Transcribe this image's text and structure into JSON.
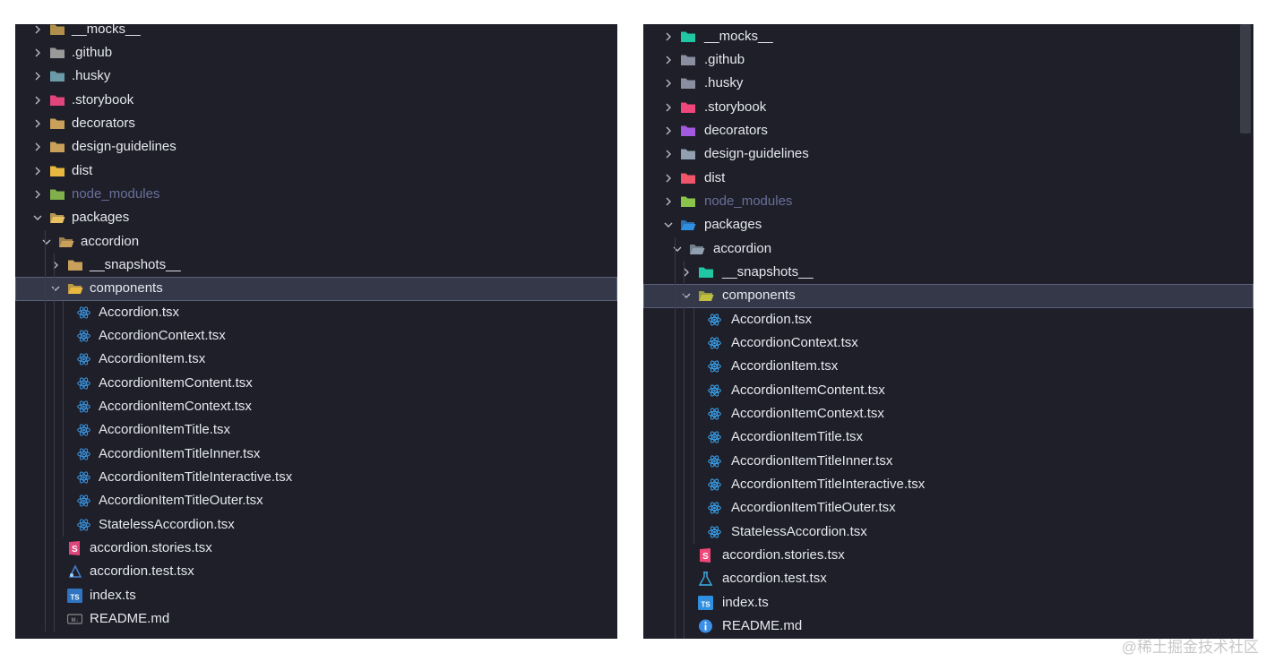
{
  "left_panel": {
    "rows": [
      {
        "label": "__mocks__",
        "icon": "mocks-folder-icon",
        "kind": "folder",
        "open": false,
        "depth": 0,
        "color": "#b08f4a"
      },
      {
        "label": ".github",
        "icon": "github-folder-icon",
        "kind": "folder",
        "open": false,
        "depth": 0,
        "color": "#9a9a9a"
      },
      {
        "label": ".husky",
        "icon": "husky-folder-icon",
        "kind": "folder",
        "open": false,
        "depth": 0,
        "color": "#6b9aa8"
      },
      {
        "label": ".storybook",
        "icon": "storybook-folder-icon",
        "kind": "folder",
        "open": false,
        "depth": 0,
        "color": "#e0467c"
      },
      {
        "label": "decorators",
        "icon": "folder-icon",
        "kind": "folder",
        "open": false,
        "depth": 0,
        "color": "#c9a05a"
      },
      {
        "label": "design-guidelines",
        "icon": "folder-icon",
        "kind": "folder",
        "open": false,
        "depth": 0,
        "color": "#c9a05a"
      },
      {
        "label": "dist",
        "icon": "dist-folder-icon",
        "kind": "folder",
        "open": false,
        "depth": 0,
        "color": "#e8b840"
      },
      {
        "label": "node_modules",
        "icon": "node-modules-folder-icon",
        "kind": "folder",
        "open": false,
        "depth": 0,
        "color": "#7fb04a",
        "dim": true
      },
      {
        "label": "packages",
        "icon": "folder-open-icon",
        "kind": "folder",
        "open": true,
        "depth": 0,
        "color": "#e8c060"
      },
      {
        "label": "accordion",
        "icon": "folder-open-icon",
        "kind": "folder",
        "open": true,
        "depth": 1,
        "color": "#c9a05a"
      },
      {
        "label": "__snapshots__",
        "icon": "folder-icon",
        "kind": "folder",
        "open": false,
        "depth": 2,
        "color": "#c9a05a"
      },
      {
        "label": "components",
        "icon": "components-folder-open-icon",
        "kind": "folder",
        "open": true,
        "depth": 2,
        "color": "#e8b840",
        "selected": true
      },
      {
        "label": "Accordion.tsx",
        "icon": "react-icon",
        "kind": "file",
        "depth": 3,
        "color": "#3a8fd8"
      },
      {
        "label": "AccordionContext.tsx",
        "icon": "react-icon",
        "kind": "file",
        "depth": 3,
        "color": "#3a8fd8"
      },
      {
        "label": "AccordionItem.tsx",
        "icon": "react-icon",
        "kind": "file",
        "depth": 3,
        "color": "#3a8fd8"
      },
      {
        "label": "AccordionItemContent.tsx",
        "icon": "react-icon",
        "kind": "file",
        "depth": 3,
        "color": "#3a8fd8"
      },
      {
        "label": "AccordionItemContext.tsx",
        "icon": "react-icon",
        "kind": "file",
        "depth": 3,
        "color": "#3a8fd8"
      },
      {
        "label": "AccordionItemTitle.tsx",
        "icon": "react-icon",
        "kind": "file",
        "depth": 3,
        "color": "#3a8fd8"
      },
      {
        "label": "AccordionItemTitleInner.tsx",
        "icon": "react-icon",
        "kind": "file",
        "depth": 3,
        "color": "#3a8fd8"
      },
      {
        "label": "AccordionItemTitleInteractive.tsx",
        "icon": "react-icon",
        "kind": "file",
        "depth": 3,
        "color": "#3a8fd8"
      },
      {
        "label": "AccordionItemTitleOuter.tsx",
        "icon": "react-icon",
        "kind": "file",
        "depth": 3,
        "color": "#3a8fd8"
      },
      {
        "label": "StatelessAccordion.tsx",
        "icon": "react-icon",
        "kind": "file",
        "depth": 3,
        "color": "#3a8fd8"
      },
      {
        "label": "accordion.stories.tsx",
        "icon": "storybook-icon",
        "kind": "file",
        "depth": 2,
        "color": "#e0467c"
      },
      {
        "label": "accordion.test.tsx",
        "icon": "test-icon",
        "kind": "file",
        "depth": 2,
        "color": "#4a7fd0"
      },
      {
        "label": "index.ts",
        "icon": "typescript-icon",
        "kind": "file",
        "depth": 2,
        "color": "#2f74c0"
      },
      {
        "label": "README.md",
        "icon": "markdown-icon",
        "kind": "file",
        "depth": 2,
        "color": "#8a8a8a"
      }
    ]
  },
  "right_panel": {
    "rows": [
      {
        "label": "__mocks__",
        "icon": "mocks-folder-icon",
        "kind": "folder",
        "open": false,
        "depth": 0,
        "color": "#1fc7a3"
      },
      {
        "label": ".github",
        "icon": "github-folder-icon",
        "kind": "folder",
        "open": false,
        "depth": 0,
        "color": "#8a8fa0"
      },
      {
        "label": ".husky",
        "icon": "husky-folder-icon",
        "kind": "folder",
        "open": false,
        "depth": 0,
        "color": "#8a8fa0"
      },
      {
        "label": ".storybook",
        "icon": "storybook-folder-icon",
        "kind": "folder",
        "open": false,
        "depth": 0,
        "color": "#f0477a"
      },
      {
        "label": "decorators",
        "icon": "decorators-folder-icon",
        "kind": "folder",
        "open": false,
        "depth": 0,
        "color": "#a45ae0"
      },
      {
        "label": "design-guidelines",
        "icon": "folder-icon",
        "kind": "folder",
        "open": false,
        "depth": 0,
        "color": "#90a0b0"
      },
      {
        "label": "dist",
        "icon": "dist-folder-icon",
        "kind": "folder",
        "open": false,
        "depth": 0,
        "color": "#f0556a"
      },
      {
        "label": "node_modules",
        "icon": "node-modules-folder-icon",
        "kind": "folder",
        "open": false,
        "depth": 0,
        "color": "#8bc34a",
        "dim": true
      },
      {
        "label": "packages",
        "icon": "packages-folder-open-icon",
        "kind": "folder",
        "open": true,
        "depth": 0,
        "color": "#2f8fe0"
      },
      {
        "label": "accordion",
        "icon": "folder-open-icon",
        "kind": "folder",
        "open": true,
        "depth": 1,
        "color": "#90a0b0"
      },
      {
        "label": "__snapshots__",
        "icon": "snapshots-folder-icon",
        "kind": "folder",
        "open": false,
        "depth": 2,
        "color": "#1fc7a3"
      },
      {
        "label": "components",
        "icon": "components-folder-open-icon",
        "kind": "folder",
        "open": true,
        "depth": 2,
        "color": "#c0c040",
        "selected": true
      },
      {
        "label": "Accordion.tsx",
        "icon": "react-icon",
        "kind": "file",
        "depth": 3,
        "color": "#3a9fe8"
      },
      {
        "label": "AccordionContext.tsx",
        "icon": "react-icon",
        "kind": "file",
        "depth": 3,
        "color": "#3a9fe8"
      },
      {
        "label": "AccordionItem.tsx",
        "icon": "react-icon",
        "kind": "file",
        "depth": 3,
        "color": "#3a9fe8"
      },
      {
        "label": "AccordionItemContent.tsx",
        "icon": "react-icon",
        "kind": "file",
        "depth": 3,
        "color": "#3a9fe8"
      },
      {
        "label": "AccordionItemContext.tsx",
        "icon": "react-icon",
        "kind": "file",
        "depth": 3,
        "color": "#3a9fe8"
      },
      {
        "label": "AccordionItemTitle.tsx",
        "icon": "react-icon",
        "kind": "file",
        "depth": 3,
        "color": "#3a9fe8"
      },
      {
        "label": "AccordionItemTitleInner.tsx",
        "icon": "react-icon",
        "kind": "file",
        "depth": 3,
        "color": "#3a9fe8"
      },
      {
        "label": "AccordionItemTitleInteractive.tsx",
        "icon": "react-icon",
        "kind": "file",
        "depth": 3,
        "color": "#3a9fe8"
      },
      {
        "label": "AccordionItemTitleOuter.tsx",
        "icon": "react-icon",
        "kind": "file",
        "depth": 3,
        "color": "#3a9fe8"
      },
      {
        "label": "StatelessAccordion.tsx",
        "icon": "react-icon",
        "kind": "file",
        "depth": 3,
        "color": "#3a9fe8"
      },
      {
        "label": "accordion.stories.tsx",
        "icon": "storybook-icon",
        "kind": "file",
        "depth": 2,
        "color": "#f0477a"
      },
      {
        "label": "accordion.test.tsx",
        "icon": "flask-icon",
        "kind": "file",
        "depth": 2,
        "color": "#3fb0e8"
      },
      {
        "label": "index.ts",
        "icon": "typescript-icon",
        "kind": "file",
        "depth": 2,
        "color": "#2f8fe0"
      },
      {
        "label": "README.md",
        "icon": "info-icon",
        "kind": "file",
        "depth": 2,
        "color": "#3a8fe8"
      }
    ]
  },
  "watermark": "@稀土掘金技术社区"
}
